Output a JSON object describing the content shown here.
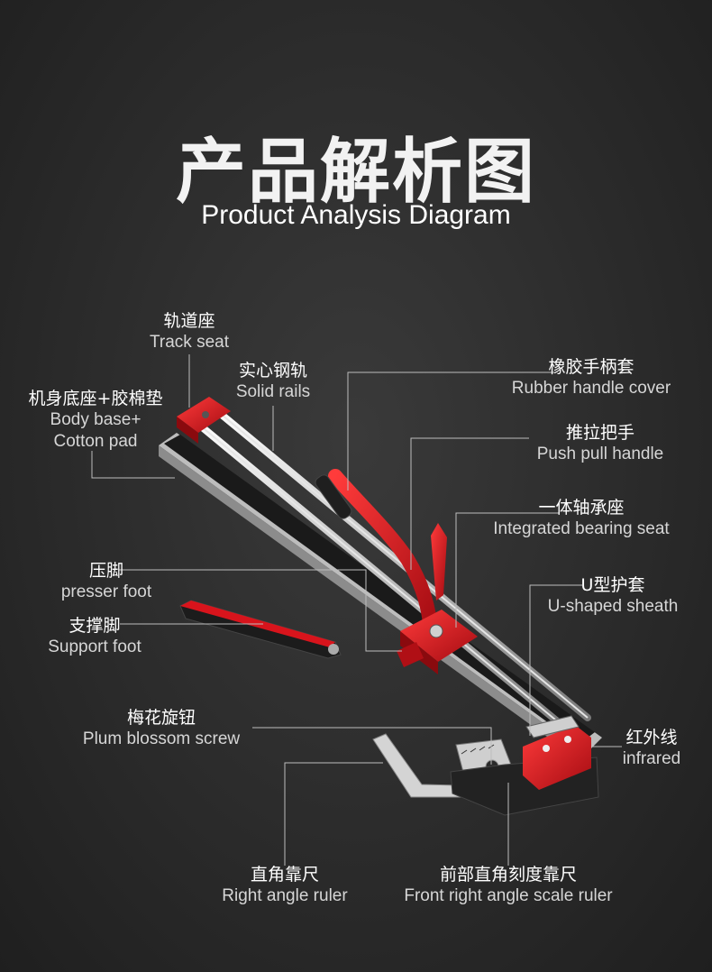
{
  "title": {
    "cn": "产品解析图",
    "en": "Product Analysis Diagram"
  },
  "labels": {
    "track_seat": {
      "cn": "轨道座",
      "en": "Track seat"
    },
    "solid_rails": {
      "cn": "实心钢轨",
      "en": "Solid rails"
    },
    "body_base": {
      "cn": "机身底座+胶棉垫",
      "en1": "Body base+",
      "en2": "Cotton pad"
    },
    "rubber_handle": {
      "cn": "橡胶手柄套",
      "en": "Rubber handle cover"
    },
    "push_pull": {
      "cn": "推拉把手",
      "en": "Push pull handle"
    },
    "bearing_seat": {
      "cn": "一体轴承座",
      "en": "Integrated bearing seat"
    },
    "presser_foot": {
      "cn": "压脚",
      "en": "presser foot"
    },
    "u_sheath": {
      "cn": "U型护套",
      "en": "U-shaped sheath"
    },
    "support_foot": {
      "cn": "支撑脚",
      "en": "Support foot"
    },
    "plum_screw": {
      "cn": "梅花旋钮",
      "en": "Plum blossom screw"
    },
    "infrared": {
      "cn": "红外线",
      "en": "infrared"
    },
    "right_angle": {
      "cn": "直角靠尺",
      "en": "Right angle ruler"
    },
    "front_scale": {
      "cn": "前部直角刻度靠尺",
      "en": "Front right angle scale ruler"
    }
  },
  "colors": {
    "background": "#2b2b2b",
    "accent": "#d8141c",
    "rail": "#d9d9d9",
    "leader": "#bdbdbd"
  }
}
